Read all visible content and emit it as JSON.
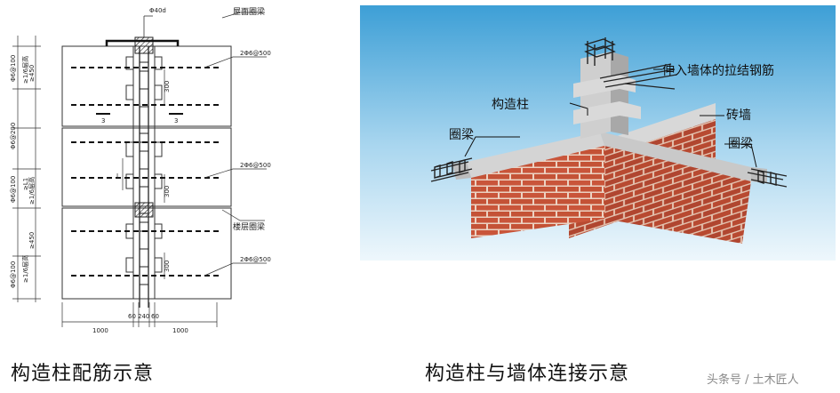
{
  "left_diagram": {
    "caption": "构造柱配筋示意",
    "top_bar_label": "Φ40d",
    "roof_beam_label": "屋面圈梁",
    "floor_beam_label": "楼层圈梁",
    "rebar_label": "2Φ6@500",
    "section_mark": "3",
    "dim_300": "300",
    "dim_L": "L",
    "spacing_100": "Φ6@100",
    "spacing_200": "Φ6@200",
    "lap_a": "≥1/6层高",
    "lap_b": "≥450",
    "lap_L": "≥L1",
    "dim_1000": "1000",
    "dim_60": "60",
    "dim_240": "240"
  },
  "right_diagram": {
    "caption": "构造柱与墙体连接示意",
    "label_tie_bars": "伸入墙体的拉结钢筋",
    "label_column": "构造柱",
    "label_brick_wall": "砖墙",
    "label_ring_beam_left": "圈梁",
    "label_ring_beam_right": "圈梁"
  },
  "watermark": "头条号 / 土木匠人",
  "colors": {
    "sky_top": "#4da6d9",
    "sky_bottom": "#e8f4fb",
    "brick": "#c9553a",
    "mortar": "#ecd2c2",
    "concrete": "#cfcfcf",
    "concrete_dark": "#a8a8a8"
  }
}
